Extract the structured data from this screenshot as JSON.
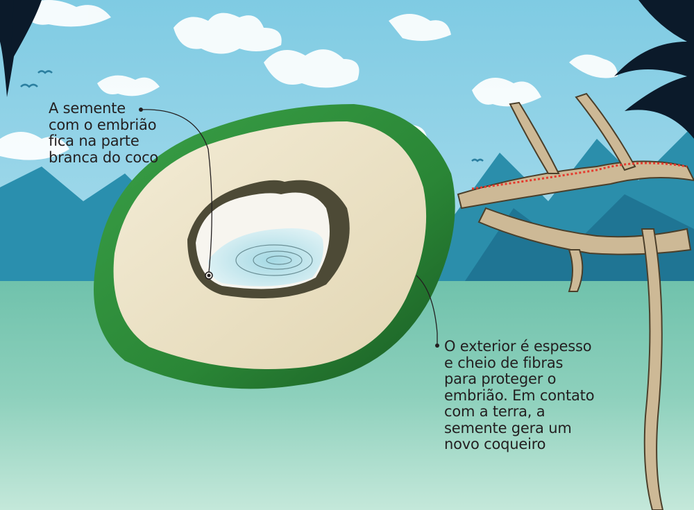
{
  "illustration": {
    "subject": "coconut cross-section with sprouting roots on a tropical beach",
    "colors": {
      "sky": "#8fd2e6",
      "cloud": "#ffffff",
      "mountain_dark": "#1f7f9a",
      "mountain_light": "#3ba3bf",
      "sea_ground_top": "#7ec9b8",
      "sea_ground_bottom": "#b6e3d3",
      "husk_green": "#2d8a3a",
      "husk_dark": "#1b5e25",
      "husk_fiber": "#ece3c8",
      "shell_brown": "#4d4a36",
      "meat_white": "#f7f5ef",
      "water": "#bfe4ec",
      "root": "#cdb996",
      "root_highlight": "#e53a2e",
      "palm_leaf": "#0b1a2a",
      "text": "#231f20"
    }
  },
  "annotations": [
    {
      "id": "seed",
      "text": "A semente\ncom o embrião\nfica na parte\nbranca do coco"
    },
    {
      "id": "exterior",
      "text": "O exterior é espesso\ne cheio de fibras\npara proteger o\nembrião. Em contato\ncom a terra, a\nsemente gera um\nnovo coqueiro"
    }
  ]
}
